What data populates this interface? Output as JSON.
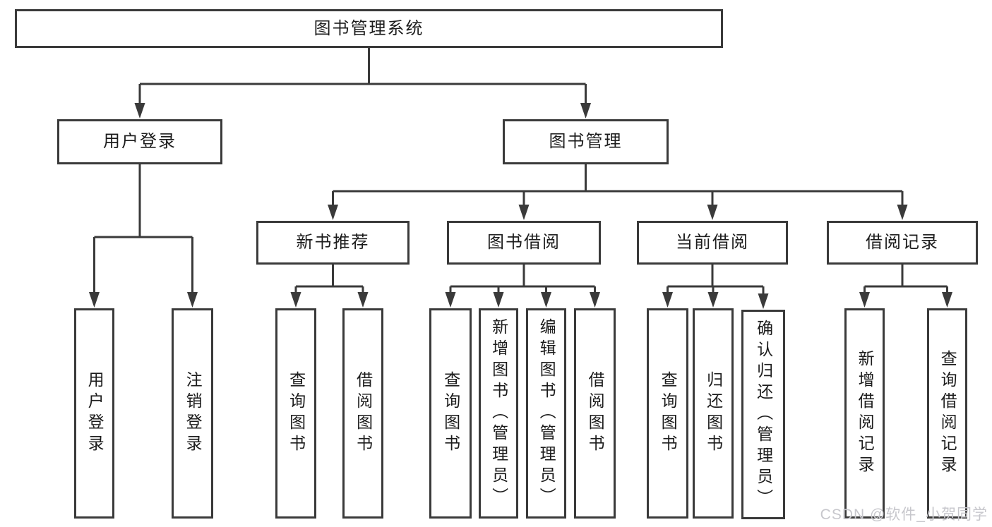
{
  "colors": {
    "line": "#3a3a3a",
    "text": "#1c1c1c",
    "background": "#ffffff",
    "watermark": "#c7c7cc"
  },
  "diagram": {
    "root": {
      "label": "图书管理系统"
    },
    "branches": [
      {
        "label": "用户登录",
        "children": [
          {
            "label": "用户登录"
          },
          {
            "label": "注销登录"
          }
        ]
      },
      {
        "label": "图书管理",
        "children": [
          {
            "label": "新书推荐",
            "children": [
              {
                "label": "查询图书"
              },
              {
                "label": "借阅图书"
              }
            ]
          },
          {
            "label": "图书借阅",
            "children": [
              {
                "label": "查询图书"
              },
              {
                "label": "新增图书（管理员）"
              },
              {
                "label": "编辑图书（管理员）"
              },
              {
                "label": "借阅图书"
              }
            ]
          },
          {
            "label": "当前借阅",
            "children": [
              {
                "label": "查询图书"
              },
              {
                "label": "归还图书"
              },
              {
                "label": "确认归还（管理员）"
              }
            ]
          },
          {
            "label": "借阅记录",
            "children": [
              {
                "label": "新增借阅记录"
              },
              {
                "label": "查询借阅记录"
              }
            ]
          }
        ]
      }
    ]
  },
  "watermark": {
    "text": "CSDN @软件_小贺同学"
  }
}
